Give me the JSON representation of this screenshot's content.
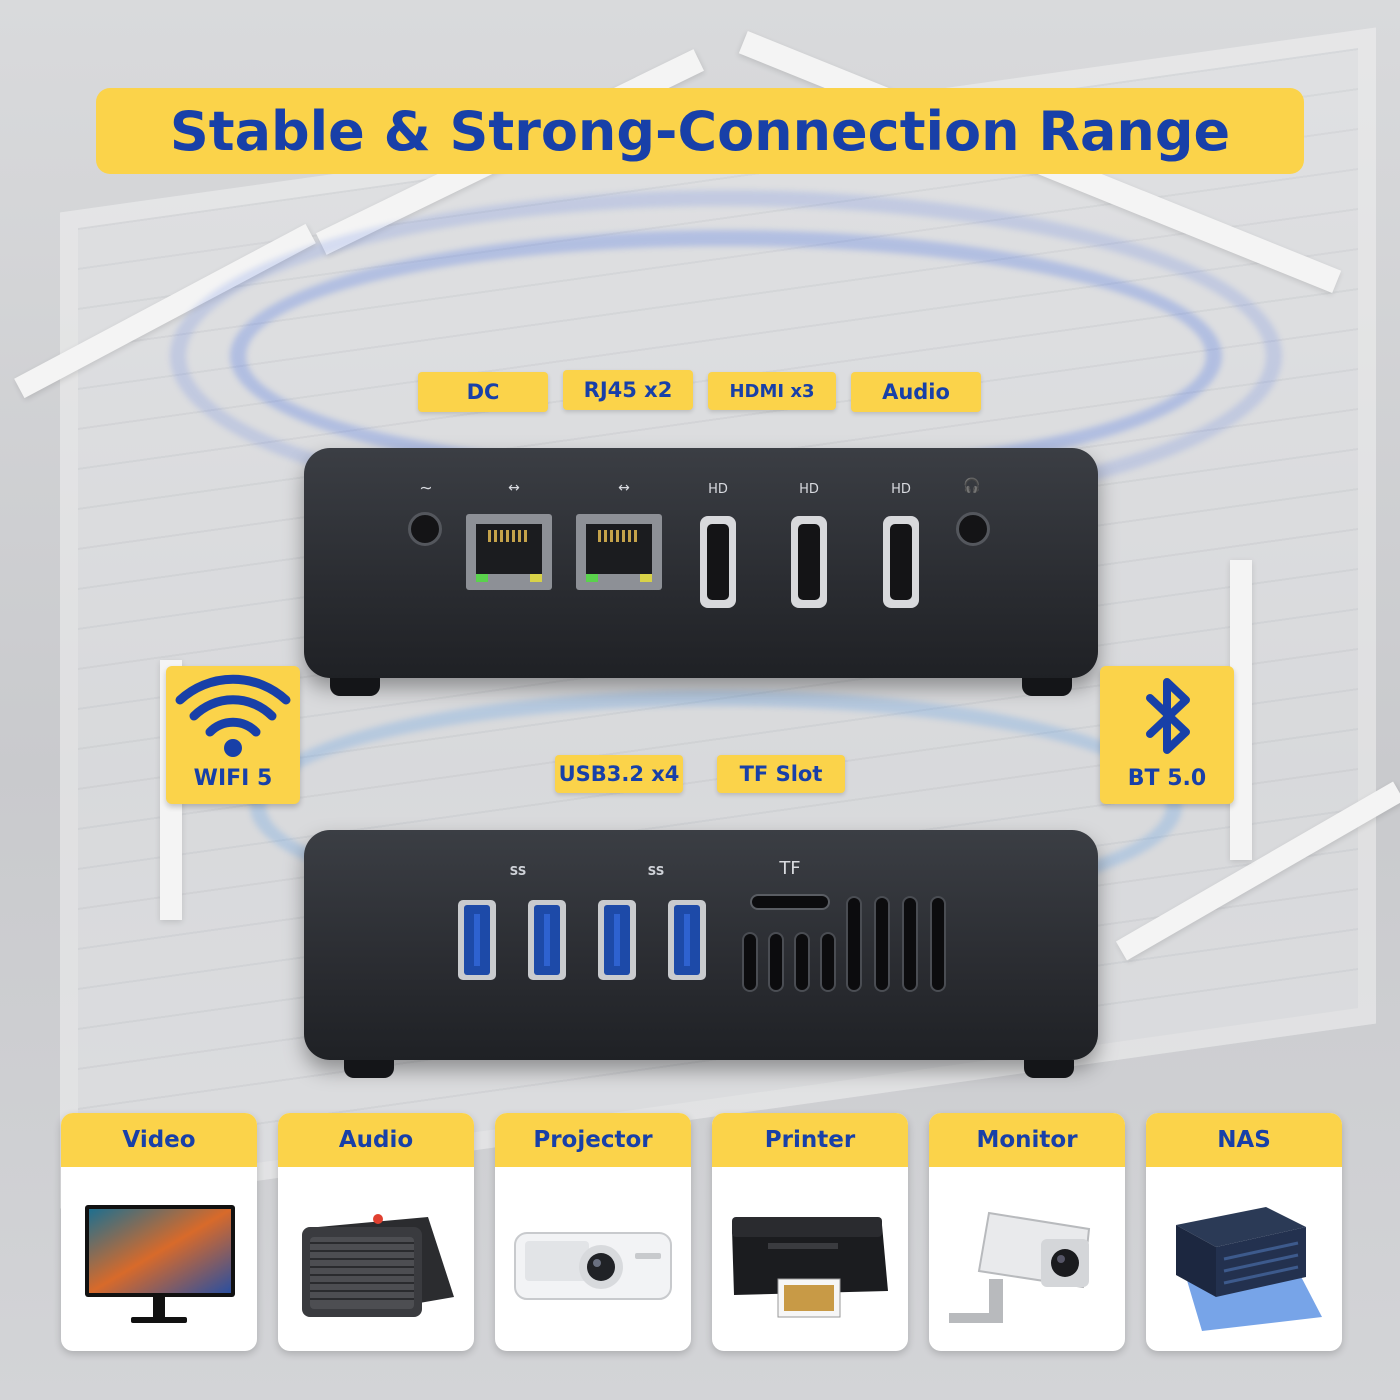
{
  "banner": {
    "title": "Stable & Strong-Connection Range"
  },
  "rear_tags": [
    {
      "label": "DC"
    },
    {
      "label": "RJ45 x2"
    },
    {
      "label": "HDMI x3"
    },
    {
      "label": "Audio"
    }
  ],
  "rear_ports": {
    "hdmi_label": "HD"
  },
  "front_tags": [
    {
      "label": "USB3.2 x4"
    },
    {
      "label": "TF Slot"
    }
  ],
  "front_ports": {
    "usb_label": "SS",
    "tf_label": "TF"
  },
  "wifi": {
    "label": "WIFI 5",
    "icon": "wifi-icon"
  },
  "bluetooth": {
    "label": "BT 5.0",
    "icon": "bluetooth-icon"
  },
  "devices": [
    {
      "label": "Video",
      "icon": "monitor-video-icon"
    },
    {
      "label": "Audio",
      "icon": "speaker-icon"
    },
    {
      "label": "Projector",
      "icon": "projector-icon"
    },
    {
      "label": "Printer",
      "icon": "printer-icon"
    },
    {
      "label": "Monitor",
      "icon": "security-camera-icon"
    },
    {
      "label": "NAS",
      "icon": "nas-icon"
    }
  ],
  "colors": {
    "accent": "#fbd34a",
    "text": "#1840a8",
    "device": "#2a2c31"
  }
}
